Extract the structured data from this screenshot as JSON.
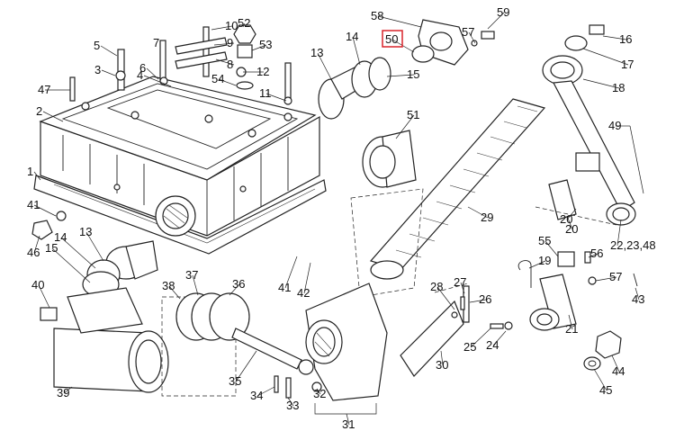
{
  "diagram": {
    "highlight": {
      "label_index": 46,
      "color": "#d9232a"
    },
    "callouts": [
      "1",
      "2",
      "3",
      "4",
      "5",
      "6",
      "7",
      "8",
      "9",
      "10",
      "11",
      "12",
      "13",
      "14",
      "15",
      "16",
      "17",
      "18",
      "19",
      "20",
      "21",
      "22,23,48",
      "24",
      "25",
      "26",
      "27",
      "28",
      "29",
      "30",
      "31",
      "32",
      "33",
      "34",
      "35",
      "36",
      "37",
      "38",
      "39",
      "40",
      "41",
      "42",
      "43",
      "44",
      "45",
      "46",
      "47",
      "50",
      "51",
      "52",
      "53",
      "54",
      "55",
      "56",
      "57",
      "58",
      "59",
      "13",
      "14",
      "15",
      "41",
      "57",
      "49",
      "20"
    ]
  }
}
